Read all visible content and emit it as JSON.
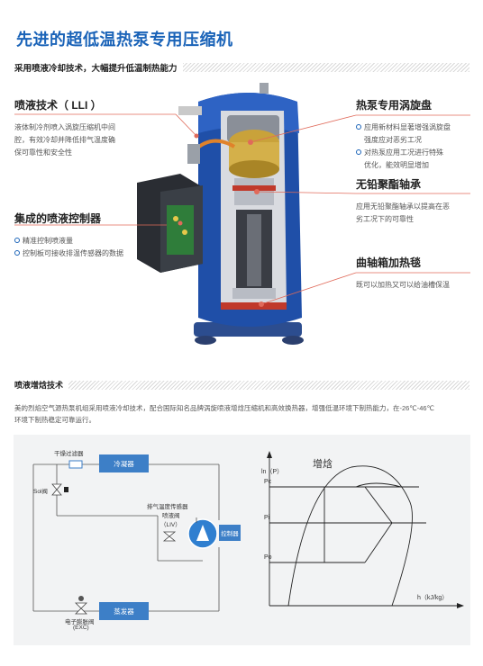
{
  "header": {
    "title": "先进的超低温热泵专用压缩机",
    "subtitle": "采用喷液冷却技术，大幅提升低温制热能力"
  },
  "features_left": [
    {
      "title": "喷液技术（ LLI ）",
      "body": [
        "液体制冷剂喷入涡旋压缩机中间",
        "腔，有效冷却并降低排气温度确",
        "保可靠性和安全性"
      ]
    },
    {
      "title": "集成的喷液控制器",
      "bullets": [
        "精准控制喷液量",
        "控制板可接收排温传感器的数据"
      ]
    }
  ],
  "features_right": [
    {
      "title": "热泵专用涡旋盘",
      "bullets": [
        [
          "应用新材料显著增强涡旋盘",
          "强度应对恶劣工况"
        ],
        [
          "对热泵应用工况进行特殊",
          "优化，能效明显增加"
        ]
      ]
    },
    {
      "title": "无铅聚酯轴承",
      "body": [
        "应用无铅聚酯轴承以提高在恶",
        "劣工况下的可靠性"
      ]
    },
    {
      "title": "曲轴箱加热毯",
      "body": [
        "既可以加热又可以给油槽保温"
      ]
    }
  ],
  "section2": {
    "title": "喷液增焓技术",
    "paragraph_line1": "美的烈焰空气源热泵机组采用喷液冷却技术，配合国际知名品牌涡旋喷液增焓压缩机和高效换热器，增强低温环境下制热能力，在-26℃-46℃",
    "paragraph_line2": "环境下制热稳定可靠运行。"
  },
  "diagram": {
    "filter": "干燥过滤器",
    "condenser": "冷凝器",
    "sol_valve": "Sol阀",
    "discharge_sensor": "排气温度传感器",
    "injection_valve": "喷液阀",
    "liv": "（LIV）",
    "controller": "控制器",
    "evaporator": "蒸发器",
    "exv_line1": "电子膨胀阀",
    "exv_line2": "(EXC)"
  },
  "ph_chart": {
    "title": "增焓",
    "ylabel": "ln（P）",
    "xlabel": "h（kJ/kg）",
    "levels": [
      "Pc",
      "Pi",
      "Po"
    ]
  }
}
